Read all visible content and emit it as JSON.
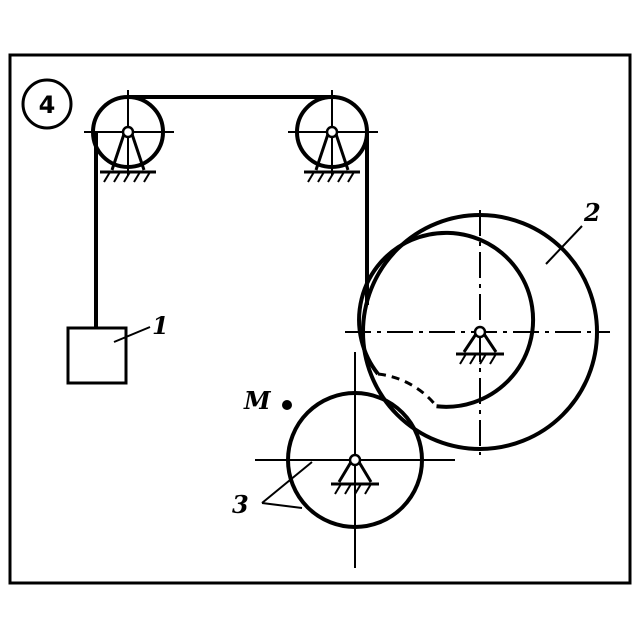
{
  "figure": {
    "badge": "4",
    "labels": {
      "body_1": "1",
      "wheel_2": "2",
      "wheel_3": "3",
      "point_m": "M"
    },
    "colors": {
      "ink": "#000000",
      "background": "#ffffff"
    }
  }
}
